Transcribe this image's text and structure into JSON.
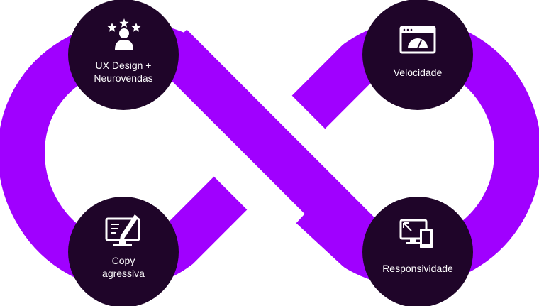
{
  "colors": {
    "loop": "#a000ff",
    "node": "#1f0529",
    "icon": "#ffffff",
    "background": "#ffffff"
  },
  "nodes": [
    {
      "id": "ux-design",
      "icon": "user-rating-stars-icon",
      "label_lines": [
        "UX Design +",
        "Neurovendas"
      ]
    },
    {
      "id": "velocidade",
      "icon": "browser-speedometer-icon",
      "label_lines": [
        "Velocidade"
      ]
    },
    {
      "id": "copy",
      "icon": "monitor-pen-icon",
      "label_lines": [
        "Copy",
        "agressiva"
      ]
    },
    {
      "id": "responsividade",
      "icon": "responsive-devices-icon",
      "label_lines": [
        "Responsividade"
      ]
    }
  ]
}
